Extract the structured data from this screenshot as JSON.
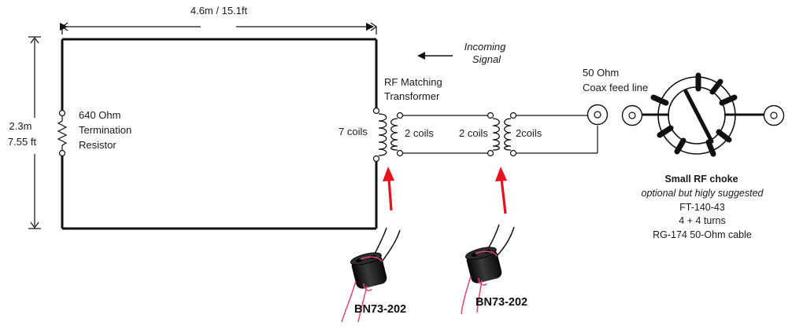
{
  "dimensions": {
    "width_label": "4.6m / 15.1ft",
    "height_label_line1": "2.3m",
    "height_label_line2": "7.55 ft"
  },
  "incoming": {
    "line1": "Incoming",
    "line2": "Signal"
  },
  "resistor": {
    "line1": "640 Ohm",
    "line2": "Termination",
    "line3": "Resistor"
  },
  "transformer": {
    "title_line1": "RF Matching",
    "title_line2": "Transformer",
    "primary": "7 coils",
    "secondary_left": "2 coils",
    "secondary_mid": "2 coils",
    "secondary_right": "2coils"
  },
  "feedline": {
    "line1": "50 Ohm",
    "line2": "Coax feed line"
  },
  "choke": {
    "title": "Small RF choke",
    "note": "optional but higly suggested",
    "core": "FT-140-43",
    "turns": "4 + 4 turns",
    "cable": "RG-174 50-Ohm cable"
  },
  "cores": {
    "left_label": "BN73-202",
    "right_label": "BN73-202"
  },
  "colors": {
    "line": "#111111",
    "arrow_red": "#e8101a",
    "wire_pink": "#e0457a",
    "core_dark": "#161616"
  }
}
